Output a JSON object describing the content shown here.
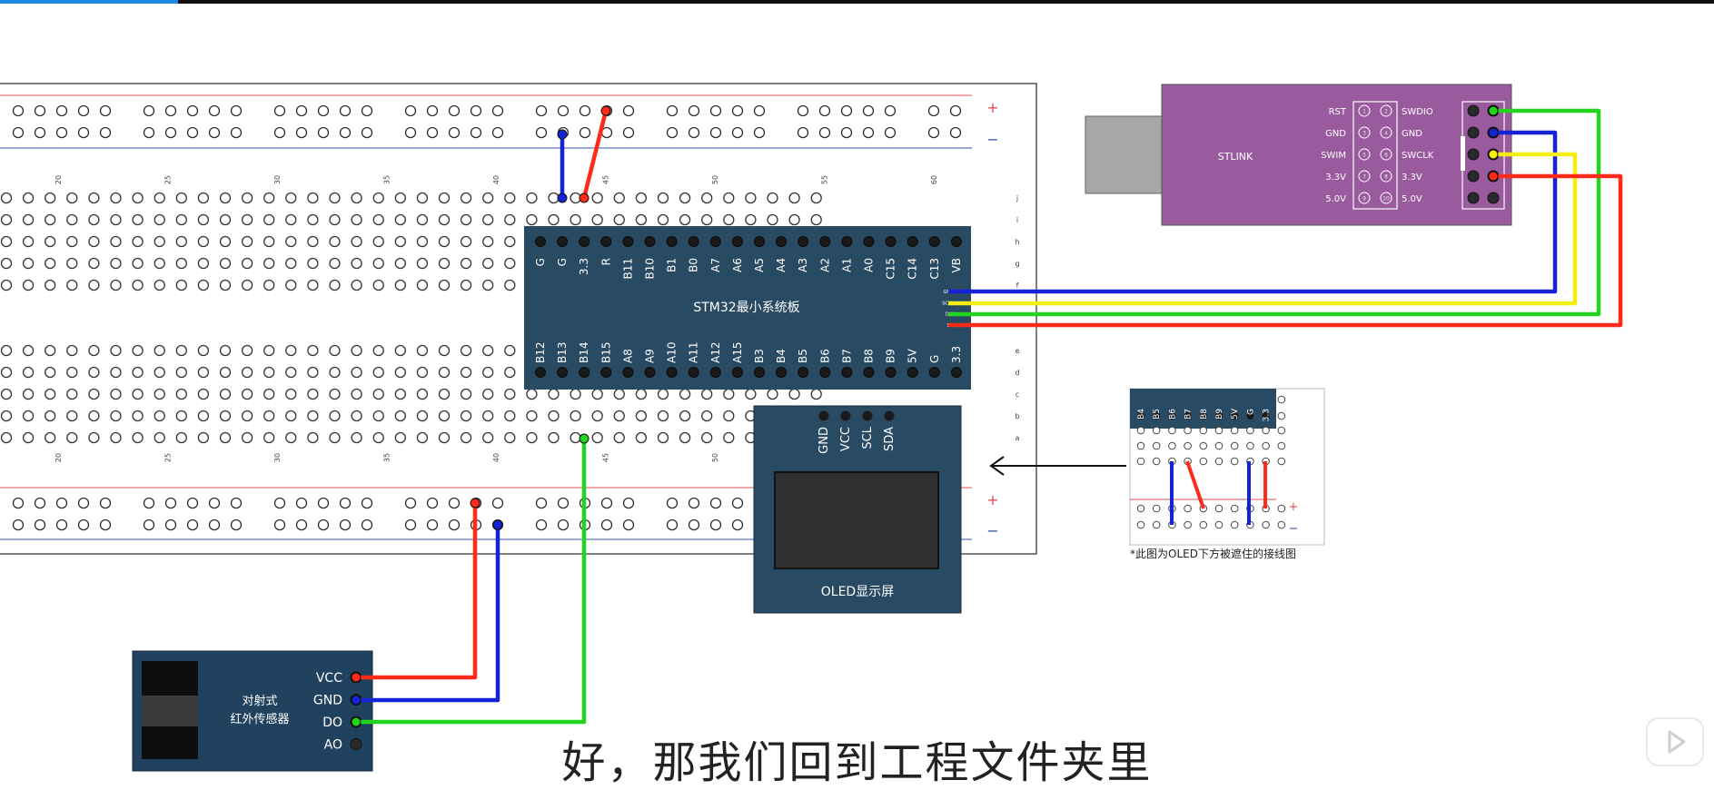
{
  "video": {
    "progress": 0.104,
    "subtitle": "好，那我们回到工程文件夹里"
  },
  "breadboard": {
    "column_labels": [
      "20",
      "25",
      "30",
      "35",
      "40",
      "45",
      "50",
      "55",
      "60"
    ],
    "row_labels_top": [
      "j",
      "i",
      "h",
      "g",
      "f"
    ],
    "row_labels_bottom": [
      "e",
      "d",
      "c",
      "b",
      "a"
    ],
    "plus": "+",
    "minus": "−"
  },
  "stm32": {
    "title": "STM32最小系统板",
    "top_pins": [
      "G",
      "G",
      "3.3",
      "R",
      "B11",
      "B10",
      "B1",
      "B0",
      "A7",
      "A6",
      "A5",
      "A4",
      "A3",
      "A2",
      "A1",
      "A0",
      "C15",
      "C14",
      "C13",
      "VB"
    ],
    "bottom_pins": [
      "B12",
      "B13",
      "B14",
      "B15",
      "A8",
      "A9",
      "A10",
      "A11",
      "A12",
      "A15",
      "B3",
      "B4",
      "B5",
      "B6",
      "B7",
      "B8",
      "B9",
      "5V",
      "G",
      "3.3"
    ],
    "side_pins": [
      "GND",
      "SCLK",
      "DIO",
      "3.3"
    ]
  },
  "stlink": {
    "title": "STLINK",
    "left_labels": [
      "RST",
      "GND",
      "SWIM",
      "3.3V",
      "5.0V"
    ],
    "right_labels": [
      "SWDIO",
      "GND",
      "SWCLK",
      "3.3V",
      "5.0V"
    ],
    "pin_numbers": [
      "1",
      "2",
      "3",
      "4",
      "5",
      "6",
      "7",
      "8",
      "9",
      "10"
    ]
  },
  "oled": {
    "title": "OLED显示屏",
    "pins": [
      "GND",
      "VCC",
      "SCL",
      "SDA"
    ]
  },
  "sensor": {
    "title_line1": "对射式",
    "title_line2": "红外传感器",
    "pins": [
      "VCC",
      "GND",
      "DO",
      "AO"
    ]
  },
  "inset": {
    "pins": [
      "B4",
      "B5",
      "B6",
      "B7",
      "B8",
      "B9",
      "5V",
      "G",
      "3.3"
    ],
    "caption": "*此图为OLED下方被遮住的接线图"
  },
  "colors": {
    "red": "#ff2a1a",
    "blue": "#1422d8",
    "green": "#22d420",
    "yellow": "#f5ee10",
    "board": "#284a62",
    "stlink": "#9a5a9e",
    "sensor": "#21425f"
  }
}
